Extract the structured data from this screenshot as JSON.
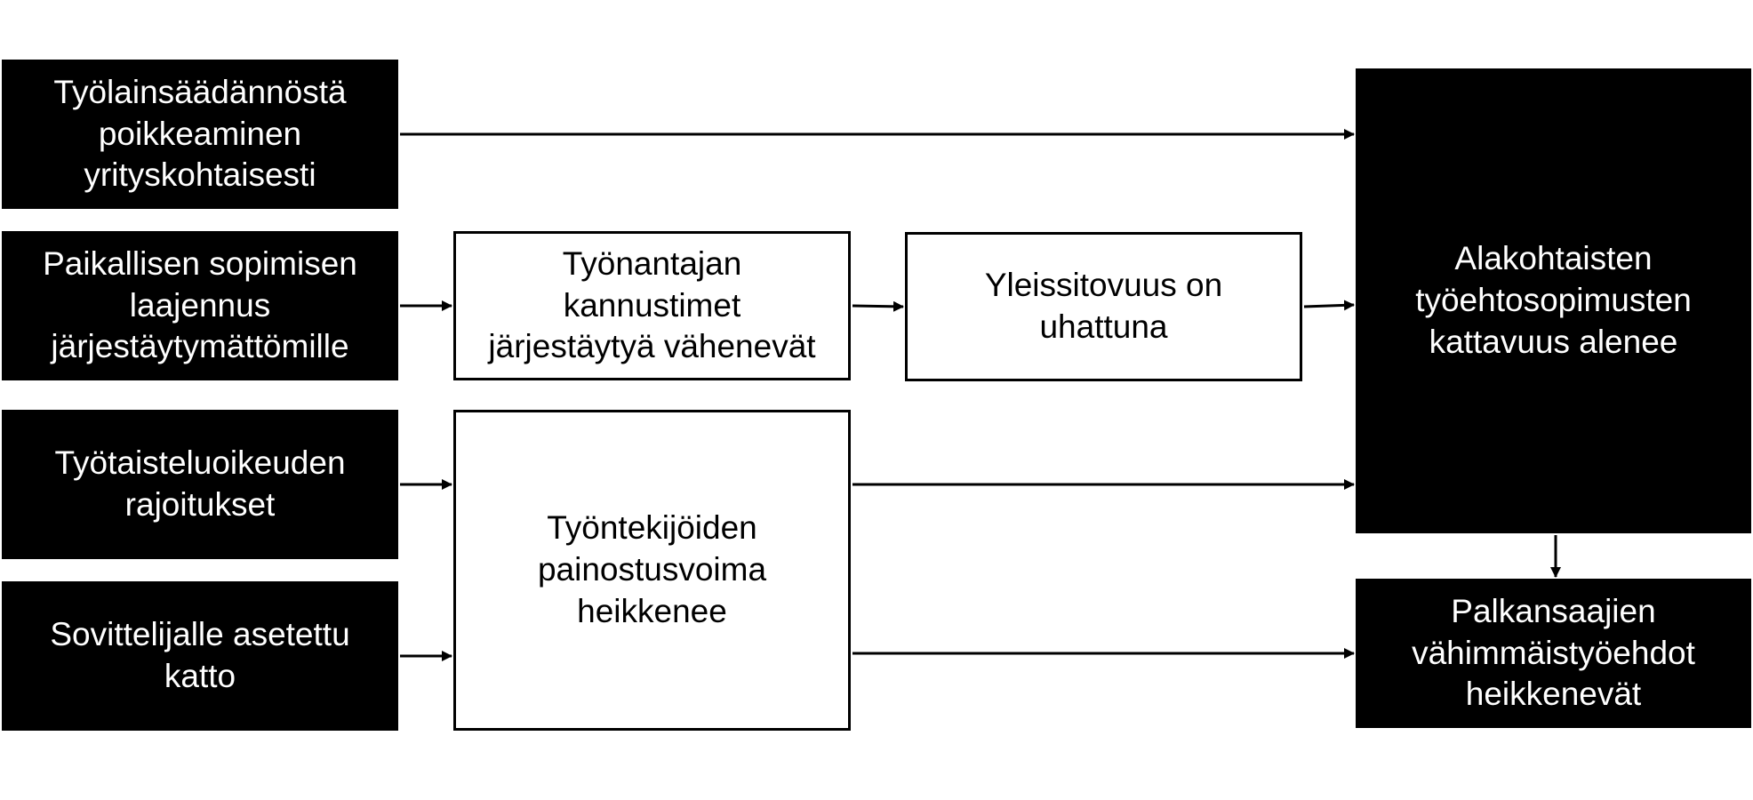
{
  "colors": {
    "dark_fill": "#000000",
    "dark_text": "#ffffff",
    "light_fill": "#ffffff",
    "light_text": "#000000",
    "edge": "#000000"
  },
  "nodes": {
    "derogation": "Työlainsäädännöstä\npoikkeaminen\nyrityskohtaisesti",
    "local_bargaining": "Paikallisen sopimisen\nlaajennus\njärjestäytymättömille",
    "strike_limits": "Työtaisteluoikeuden\nrajoitukset",
    "mediator_cap": "Sovittelijalle asetettu\nkatto",
    "employer_incentives": "Työnantajan\nkannustimet\njärjestäytyä vähenevät",
    "general_applicability": "Yleissitovuus on\nuhattuna",
    "worker_pressure": "Työntekijöiden\npainostusvoima\nheikkenee",
    "coverage_decline": "Alakohtaisten\ntyöehtosopimusten\nkattavuus alenee",
    "minimum_terms": "Palkansaajien\nvähimmäistyöehdot\nheikkenevät"
  },
  "edges": [
    {
      "from": "derogation",
      "to": "coverage_decline"
    },
    {
      "from": "local_bargaining",
      "to": "employer_incentives"
    },
    {
      "from": "employer_incentives",
      "to": "general_applicability"
    },
    {
      "from": "general_applicability",
      "to": "coverage_decline"
    },
    {
      "from": "strike_limits",
      "to": "worker_pressure"
    },
    {
      "from": "mediator_cap",
      "to": "worker_pressure"
    },
    {
      "from": "worker_pressure",
      "to": "coverage_decline"
    },
    {
      "from": "worker_pressure",
      "to": "minimum_terms"
    },
    {
      "from": "coverage_decline",
      "to": "minimum_terms"
    }
  ]
}
